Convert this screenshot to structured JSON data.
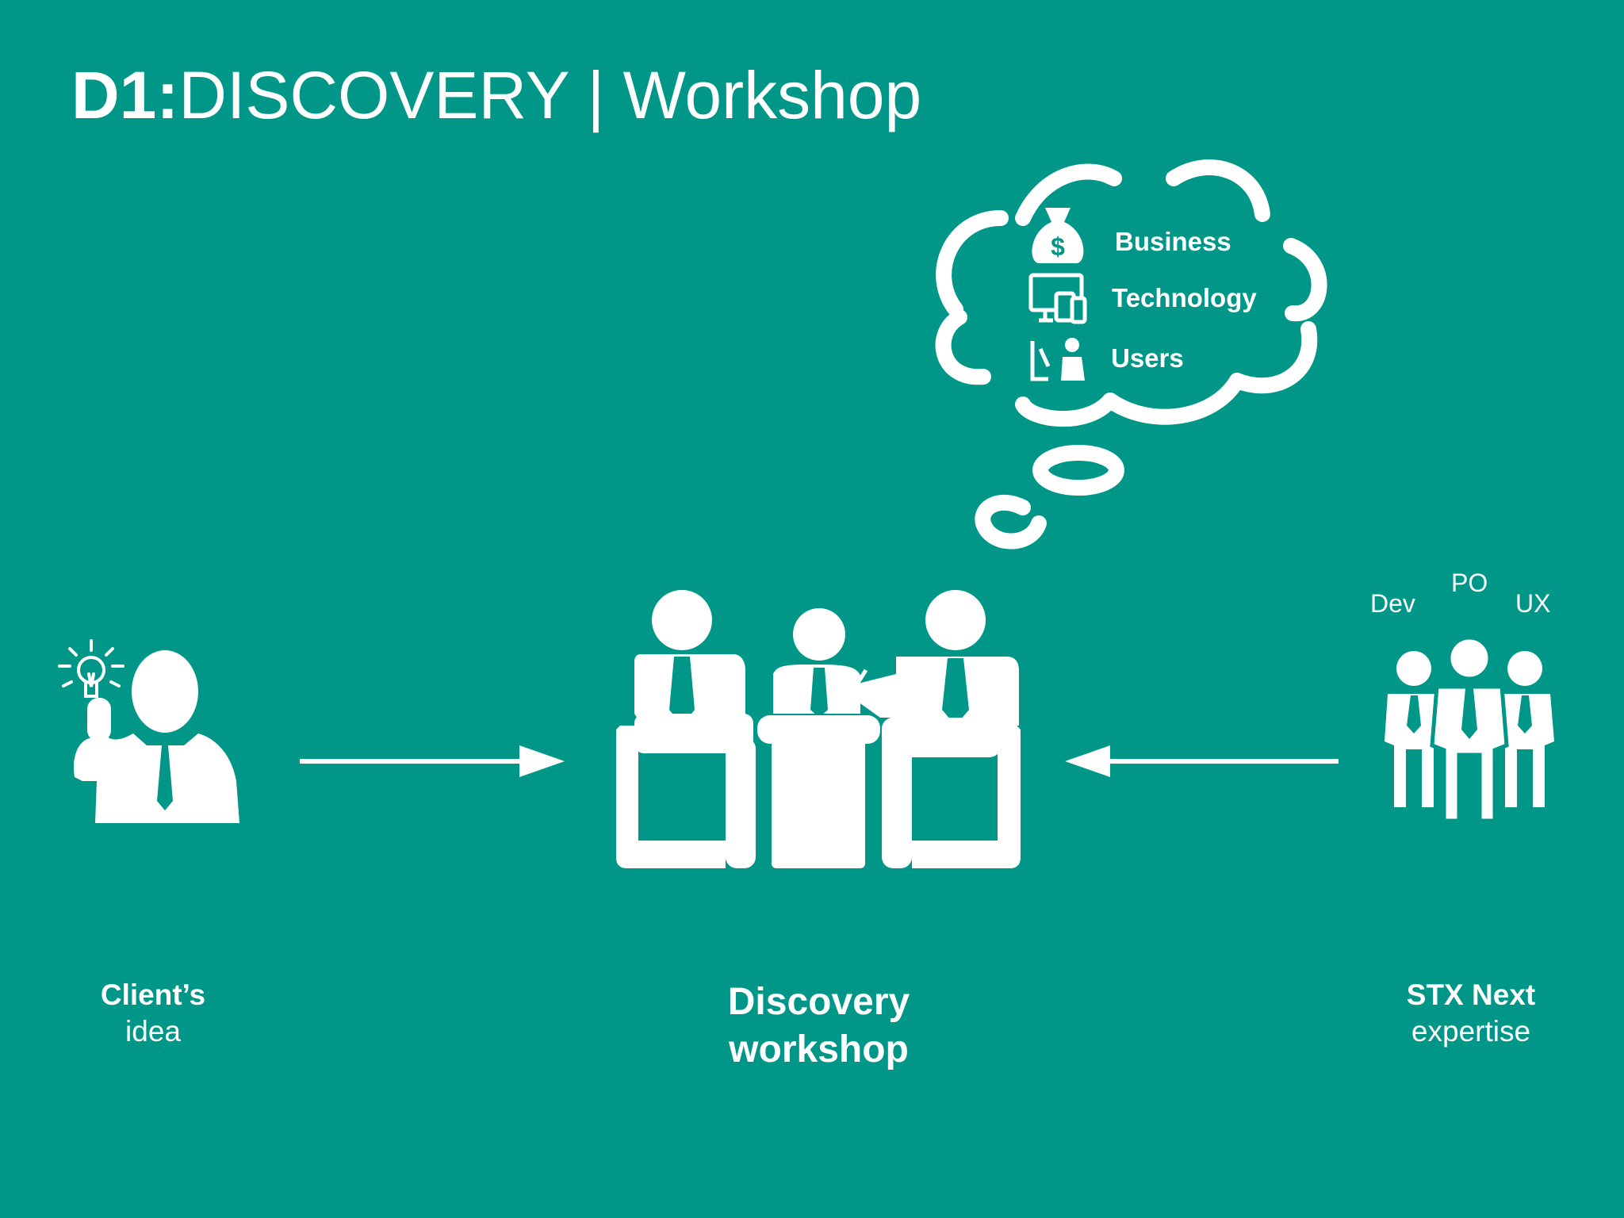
{
  "title": {
    "bold": "D1:",
    "main": "DISCOVERY",
    "sep": " | ",
    "rest": "Workshop"
  },
  "thought_cloud": {
    "items": [
      {
        "label": "Business",
        "icon": "money-bag-icon"
      },
      {
        "label": "Technology",
        "icon": "devices-icon"
      },
      {
        "label": "Users",
        "icon": "user-research-icon"
      }
    ]
  },
  "team_roles": [
    "Dev",
    "PO",
    "UX"
  ],
  "labels": {
    "client_bold": "Client’s",
    "client_light": "idea",
    "discovery_line1": "Discovery",
    "discovery_line2": "workshop",
    "stx_bold": "STX Next",
    "stx_light": "expertise"
  },
  "colors": {
    "background": "#009688",
    "foreground": "#ffffff"
  }
}
